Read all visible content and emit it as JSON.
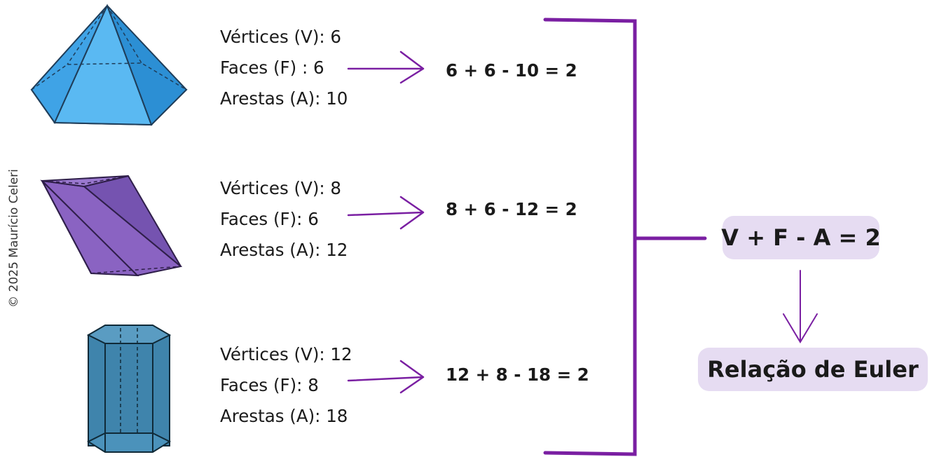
{
  "copyright": "© 2025 Maurício Celeri",
  "solids": [
    {
      "shape": "pentagonal-pyramid",
      "color": "#4fb3f0",
      "lines": [
        "Vértices (V): 6",
        "Faces (F) : 6",
        "Arestas (A): 10"
      ],
      "equation": "6 + 6 - 10 = 2"
    },
    {
      "shape": "oblique-prism",
      "color": "#8a63c2",
      "lines": [
        "Vértices (V): 8",
        "Faces (F): 6",
        "Arestas (A): 12"
      ],
      "equation": "8 + 6 - 12 = 2"
    },
    {
      "shape": "hexagonal-prism",
      "color": "#3f84ac",
      "lines": [
        "Vértices (V): 12",
        "Faces (F): 8",
        "Arestas (A): 18"
      ],
      "equation": "12 + 8 - 18 = 2"
    }
  ],
  "formula": "V + F - A = 2",
  "conclusion": "Relação de Euler",
  "colors": {
    "accent": "#7a1fa2",
    "pill": "#e6dcf2"
  }
}
